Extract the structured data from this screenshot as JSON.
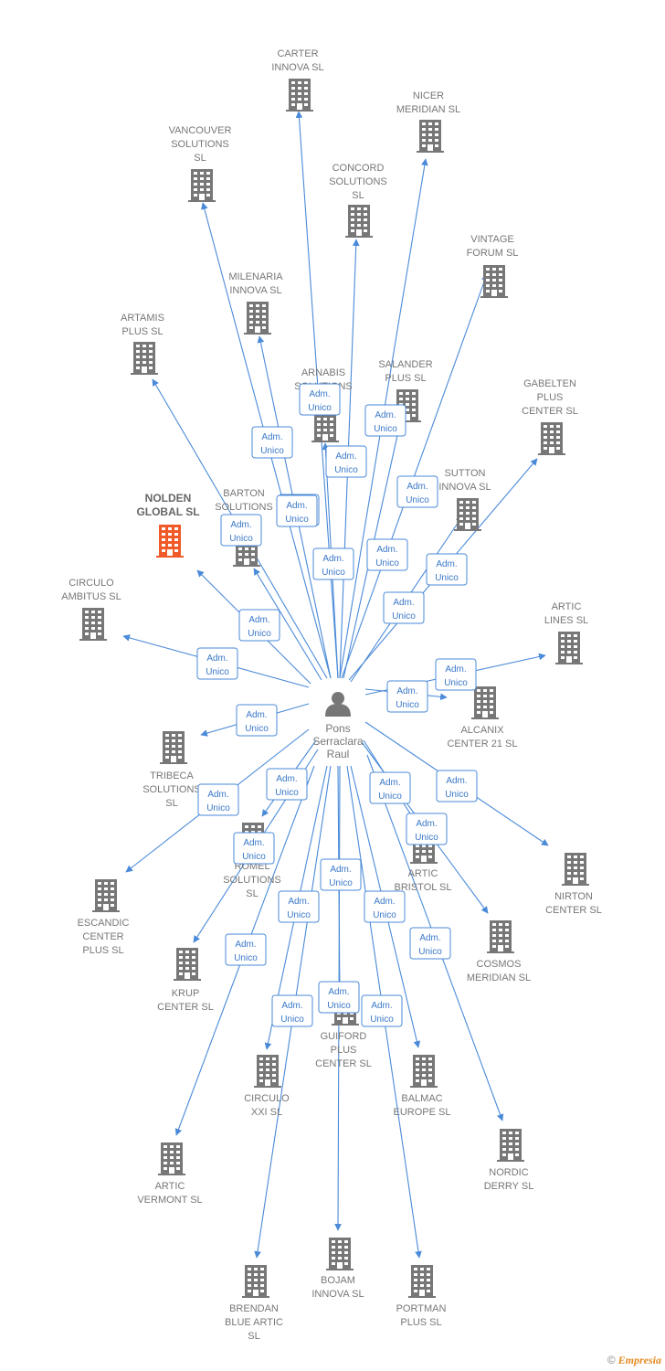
{
  "center": {
    "name_lines": [
      "Pons",
      "Serraclara",
      "Raul"
    ]
  },
  "edge_label_lines": [
    "Adm.",
    "Unico"
  ],
  "colors": {
    "edge": "#4a8ad8",
    "company_icon": "#777777",
    "company_highlight": "#f05a28",
    "person_icon": "#777777"
  },
  "companies": [
    {
      "id": "carter",
      "name_lines": [
        "CARTER",
        "INNOVA SL"
      ]
    },
    {
      "id": "nicer",
      "name_lines": [
        "NICER",
        "MERIDIAN  SL"
      ]
    },
    {
      "id": "vancouver",
      "name_lines": [
        "VANCOUVER",
        "SOLUTIONS",
        "SL"
      ]
    },
    {
      "id": "concord",
      "name_lines": [
        "CONCORD",
        "SOLUTIONS",
        "SL"
      ]
    },
    {
      "id": "vintage",
      "name_lines": [
        "VINTAGE",
        "FORUM SL"
      ]
    },
    {
      "id": "milenaria",
      "name_lines": [
        "MILENARIA",
        "INNOVA SL"
      ]
    },
    {
      "id": "artamis",
      "name_lines": [
        "ARTAMIS",
        "PLUS SL"
      ]
    },
    {
      "id": "salander",
      "name_lines": [
        "SALANDER",
        "PLUS SL"
      ]
    },
    {
      "id": "arnabis",
      "name_lines": [
        "ARNABIS",
        "SOLUTIONS"
      ]
    },
    {
      "id": "gabelten",
      "name_lines": [
        "GABELTEN",
        "PLUS",
        "CENTER SL"
      ]
    },
    {
      "id": "nolden",
      "name_lines": [
        "NOLDEN",
        "GLOBAL  SL"
      ],
      "highlight": true
    },
    {
      "id": "barton",
      "name_lines": [
        "BARTON",
        "SOLUTIONS"
      ]
    },
    {
      "id": "sutton",
      "name_lines": [
        "SUTTON",
        "INNOVA SL"
      ]
    },
    {
      "id": "circulo_ambitus",
      "name_lines": [
        "CIRCULO",
        "AMBITUS SL"
      ]
    },
    {
      "id": "artic_lines",
      "name_lines": [
        "ARTIC",
        "LINES SL"
      ]
    },
    {
      "id": "alcanix",
      "name_lines": [
        "ALCANIX",
        "CENTER 21 SL"
      ]
    },
    {
      "id": "tribeca",
      "name_lines": [
        "TRIBECA",
        "SOLUTIONS",
        "SL"
      ]
    },
    {
      "id": "escandic",
      "name_lines": [
        "ESCANDIC",
        "CENTER",
        "PLUS SL"
      ]
    },
    {
      "id": "romel",
      "name_lines": [
        "ROMEL",
        "SOLUTIONS",
        "SL"
      ]
    },
    {
      "id": "artic_bristol",
      "name_lines": [
        "ARTIC",
        "BRISTOL  SL"
      ]
    },
    {
      "id": "nirton",
      "name_lines": [
        "NIRTON",
        "CENTER SL"
      ]
    },
    {
      "id": "krup",
      "name_lines": [
        "KRUP",
        "CENTER SL"
      ]
    },
    {
      "id": "cosmos",
      "name_lines": [
        "COSMOS",
        "MERIDIAN  SL"
      ]
    },
    {
      "id": "guiford",
      "name_lines": [
        "GUIFORD",
        "PLUS",
        "CENTER SL"
      ]
    },
    {
      "id": "circulo_xxi",
      "name_lines": [
        "CIRCULO",
        "XXI SL"
      ]
    },
    {
      "id": "balmac",
      "name_lines": [
        "BALMAC",
        "EUROPE SL"
      ]
    },
    {
      "id": "nordic",
      "name_lines": [
        "NORDIC",
        "DERRY  SL"
      ]
    },
    {
      "id": "artic_vermont",
      "name_lines": [
        "ARTIC",
        "VERMONT  SL"
      ]
    },
    {
      "id": "bojam",
      "name_lines": [
        "BOJAM",
        "INNOVA  SL"
      ]
    },
    {
      "id": "brendan",
      "name_lines": [
        "BRENDAN",
        "BLUE ARTIC",
        "SL"
      ]
    },
    {
      "id": "portman",
      "name_lines": [
        "PORTMAN",
        "PLUS SL"
      ]
    }
  ],
  "footer": {
    "copyright_symbol": "©",
    "brand": "Empresia"
  }
}
